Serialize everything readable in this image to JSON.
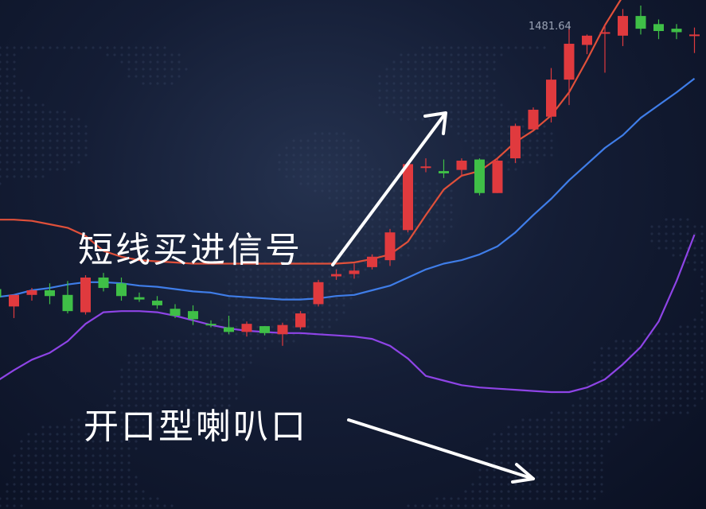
{
  "annotations": {
    "buy_signal": "短线买进信号",
    "opening_trumpet": "开口型喇叭口",
    "peak_price": "1481.64"
  },
  "colors": {
    "up": "#e03a3e",
    "down": "#3fbf47",
    "upper_band": "#e0503a",
    "middle_band": "#3f7de8",
    "lower_band": "#8e44e6",
    "arrow": "#ffffff",
    "peak_text": "#9aa3b5"
  },
  "chart_data": {
    "type": "candlestick",
    "indicator": "Bollinger Bands",
    "ylim": [
      1065,
      1500
    ],
    "x": [
      0,
      1,
      2,
      3,
      4,
      5,
      6,
      7,
      8,
      9,
      10,
      11,
      12,
      13,
      14,
      15,
      16,
      17,
      18,
      19,
      20,
      21,
      22,
      23,
      24,
      25,
      26,
      27,
      28,
      29,
      30,
      31,
      32,
      33,
      34,
      35,
      36,
      37,
      38,
      39
    ],
    "candles": [
      {
        "o": 1255,
        "h": 1258,
        "l": 1245,
        "c": 1248
      },
      {
        "o": 1240,
        "h": 1250,
        "l": 1230,
        "c": 1250
      },
      {
        "o": 1250,
        "h": 1256,
        "l": 1245,
        "c": 1254
      },
      {
        "o": 1254,
        "h": 1260,
        "l": 1242,
        "c": 1249
      },
      {
        "o": 1250,
        "h": 1262,
        "l": 1234,
        "c": 1236
      },
      {
        "o": 1235,
        "h": 1267,
        "l": 1233,
        "c": 1265
      },
      {
        "o": 1265,
        "h": 1269,
        "l": 1253,
        "c": 1256
      },
      {
        "o": 1260,
        "h": 1265,
        "l": 1245,
        "c": 1249
      },
      {
        "o": 1248,
        "h": 1252,
        "l": 1244,
        "c": 1246
      },
      {
        "o": 1245,
        "h": 1249,
        "l": 1238,
        "c": 1241
      },
      {
        "o": 1238,
        "h": 1242,
        "l": 1230,
        "c": 1232
      },
      {
        "o": 1236,
        "h": 1241,
        "l": 1224,
        "c": 1229
      },
      {
        "o": 1225,
        "h": 1228,
        "l": 1222,
        "c": 1224
      },
      {
        "o": 1222,
        "h": 1232,
        "l": 1216,
        "c": 1218
      },
      {
        "o": 1218,
        "h": 1227,
        "l": 1214,
        "c": 1225
      },
      {
        "o": 1223,
        "h": 1223,
        "l": 1215,
        "c": 1217
      },
      {
        "o": 1216,
        "h": 1226,
        "l": 1206,
        "c": 1224
      },
      {
        "o": 1222,
        "h": 1236,
        "l": 1220,
        "c": 1234
      },
      {
        "o": 1242,
        "h": 1263,
        "l": 1240,
        "c": 1261
      },
      {
        "o": 1266,
        "h": 1272,
        "l": 1263,
        "c": 1268
      },
      {
        "o": 1268,
        "h": 1277,
        "l": 1264,
        "c": 1271
      },
      {
        "o": 1274,
        "h": 1285,
        "l": 1272,
        "c": 1283
      },
      {
        "o": 1280,
        "h": 1307,
        "l": 1275,
        "c": 1304
      },
      {
        "o": 1306,
        "h": 1365,
        "l": 1304,
        "c": 1363
      },
      {
        "o": 1361,
        "h": 1368,
        "l": 1356,
        "c": 1361
      },
      {
        "o": 1357,
        "h": 1367,
        "l": 1351,
        "c": 1355
      },
      {
        "o": 1358,
        "h": 1368,
        "l": 1352,
        "c": 1366
      },
      {
        "o": 1367,
        "h": 1368,
        "l": 1336,
        "c": 1338
      },
      {
        "o": 1338,
        "h": 1368,
        "l": 1338,
        "c": 1366
      },
      {
        "o": 1368,
        "h": 1398,
        "l": 1364,
        "c": 1396
      },
      {
        "o": 1393,
        "h": 1412,
        "l": 1393,
        "c": 1410
      },
      {
        "o": 1404,
        "h": 1446,
        "l": 1399,
        "c": 1436
      },
      {
        "o": 1436,
        "h": 1481.64,
        "l": 1414,
        "c": 1467
      },
      {
        "o": 1466,
        "h": 1475,
        "l": 1458,
        "c": 1474
      },
      {
        "o": 1477,
        "h": 1484,
        "l": 1442,
        "c": 1477
      },
      {
        "o": 1474,
        "h": 1497,
        "l": 1465,
        "c": 1491
      },
      {
        "o": 1491,
        "h": 1500,
        "l": 1475,
        "c": 1480
      },
      {
        "o": 1484,
        "h": 1488,
        "l": 1471,
        "c": 1478
      },
      {
        "o": 1480,
        "h": 1484,
        "l": 1471,
        "c": 1477
      },
      {
        "o": 1474,
        "h": 1481,
        "l": 1459,
        "c": 1475
      }
    ],
    "upper_band": [
      1315,
      1315,
      1314,
      1311,
      1308,
      1301,
      1288,
      1283,
      1280,
      1279,
      1278,
      1277,
      1277,
      1277,
      1277,
      1277,
      1277,
      1277,
      1277,
      1277,
      1278,
      1281,
      1285,
      1296,
      1319,
      1341,
      1353,
      1357,
      1368,
      1382,
      1392,
      1405,
      1425,
      1453,
      1483,
      1508,
      1531,
      1545,
      1560,
      1570
    ],
    "middle_band": [
      1248,
      1250,
      1254,
      1256,
      1259,
      1261,
      1261,
      1260,
      1258,
      1257,
      1255,
      1253,
      1252,
      1249,
      1248,
      1247,
      1246,
      1246,
      1247,
      1249,
      1250,
      1254,
      1258,
      1265,
      1272,
      1277,
      1280,
      1285,
      1292,
      1304,
      1319,
      1333,
      1349,
      1363,
      1377,
      1388,
      1403,
      1414,
      1425,
      1437
    ],
    "lower_band": [
      1175,
      1185,
      1194,
      1200,
      1210,
      1225,
      1235,
      1236,
      1236,
      1235,
      1232,
      1228,
      1224,
      1221,
      1219,
      1218,
      1217,
      1217,
      1216,
      1215,
      1214,
      1212,
      1206,
      1195,
      1180,
      1176,
      1172,
      1170,
      1169,
      1168,
      1167,
      1166,
      1166,
      1170,
      1177,
      1190,
      1205,
      1227,
      1262,
      1302
    ]
  }
}
